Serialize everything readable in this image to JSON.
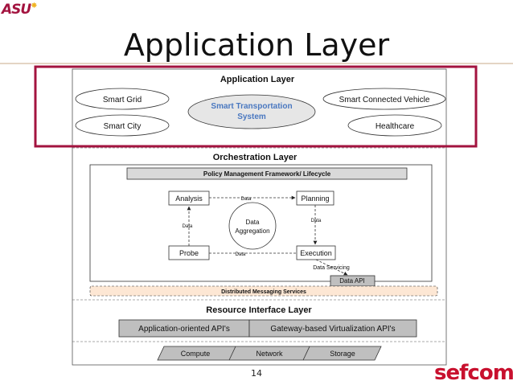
{
  "slide": {
    "title": "Application Layer",
    "page_number": "14",
    "logo_left": "ASU",
    "logo_right": "sefcom"
  },
  "colors": {
    "highlight_border": "#a3133f",
    "section_title": "#111111",
    "policy_bar_fill": "#d9d9d9",
    "messaging_fill": "#fde7d4",
    "data_api_fill": "#bfbfbf",
    "api_bar_fill": "#bfbfbf",
    "infra_fill": "#bfbfbf",
    "transport_fill": "#e6e6e6",
    "transport_text": "#4a78c0"
  },
  "diagram": {
    "application_layer": {
      "title": "Application Layer",
      "apps": {
        "smart_grid": "Smart Grid",
        "smart_city": "Smart City",
        "smart_transportation_line1": "Smart Transportation",
        "smart_transportation_line2": "System",
        "smart_connected_vehicle": "Smart Connected Vehicle",
        "healthcare": "Healthcare"
      }
    },
    "orchestration_layer": {
      "title": "Orchestration Layer",
      "policy_bar": "Policy Management Framework/ Lifecycle",
      "nodes": {
        "analysis": "Analysis",
        "planning": "Planning",
        "probe": "Probe",
        "execution": "Execution",
        "aggregation_line1": "Data",
        "aggregation_line2": "Aggregation"
      },
      "edge_labels": {
        "analysis_planning": "Data",
        "probe_analysis": "Data",
        "planning_execution": "Data",
        "probe_execution": "Data",
        "data_servicing": "Data Servicing"
      },
      "data_api": "Data API",
      "messaging_bar": "Distributed Messaging Services"
    },
    "resource_interface_layer": {
      "title": "Resource Interface Layer",
      "api_left": "Application-oriented API's",
      "api_right": "Gateway-based Virtualization API's",
      "infrastructure": {
        "compute": "Compute",
        "network": "Network",
        "storage": "Storage"
      }
    }
  }
}
